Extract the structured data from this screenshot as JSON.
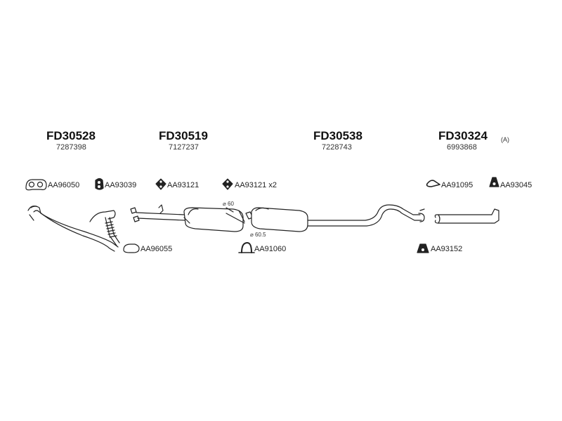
{
  "groups": [
    {
      "code": "FD30528",
      "ref": "7287398"
    },
    {
      "code": "FD30519",
      "ref": "7127237"
    },
    {
      "code": "FD30538",
      "ref": "7228743"
    },
    {
      "code": "FD30324",
      "ref": "6993868",
      "note": "(A)"
    }
  ],
  "parts": {
    "gasket_1": "AA96050",
    "hanger_1": "AA93039",
    "hanger_2": "AA93121",
    "hanger_3": "AA93121 x2",
    "hanger_4": "AA91095",
    "hanger_5": "AA93045",
    "gasket_2": "AA96055",
    "clamp_1": "AA91060",
    "hanger_6": "AA93152"
  },
  "dimensions": {
    "diameter_1": "⌀ 60",
    "diameter_2": "⌀ 60.5"
  },
  "icons": [
    "gasket-icon",
    "rubber-hanger-icon",
    "rubber-ring-icon",
    "clamp-icon",
    "hook-hanger-icon"
  ]
}
